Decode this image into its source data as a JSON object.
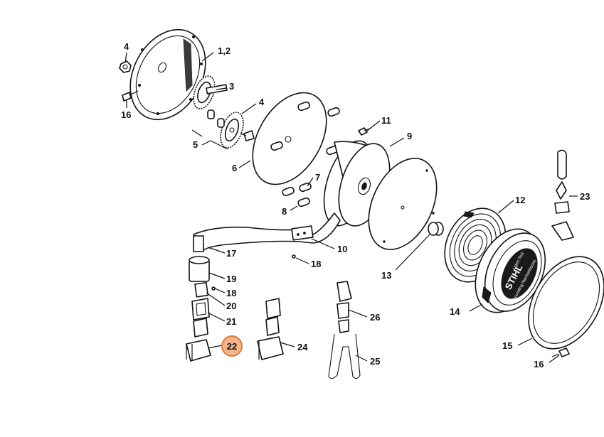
{
  "labels": {
    "l4a": "4",
    "l12": "1,2",
    "l3": "3",
    "l4b": "4",
    "l16a": "16",
    "l5": "5",
    "l6": "6",
    "l11": "11",
    "l9": "9",
    "l7": "7",
    "l8": "8",
    "l12b": "12",
    "l23": "23",
    "l17": "17",
    "l10": "10",
    "l18a": "18",
    "l13": "13",
    "l19": "19",
    "l18b": "18",
    "l20": "20",
    "l21": "21",
    "l22": "22",
    "l24": "24",
    "l26": "26",
    "l25": "25",
    "l14": "14",
    "l15": "15",
    "l16b": "16"
  },
  "brand": {
    "logo": "STIHL",
    "top": "Ligen Test",
    "sub": "Rebounding Nachrebtsonn"
  },
  "highlight": {
    "color": "#f4b48c",
    "stroke": "#e07a3a"
  }
}
